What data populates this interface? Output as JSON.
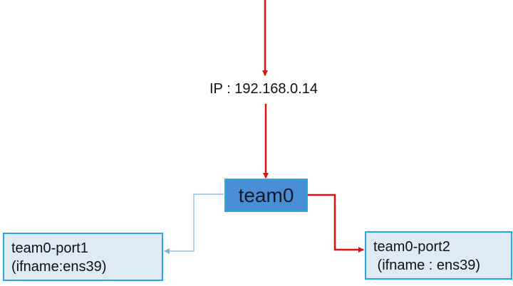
{
  "ip_label": "IP : 192.168.0.14",
  "team": {
    "label": "team0"
  },
  "ports": [
    {
      "name": "team0-port1",
      "ifname": "(ifname:ens39)"
    },
    {
      "name": "team0-port2",
      "ifname": " (ifname : ens39)"
    }
  ],
  "colors": {
    "active_link": "#e01010",
    "backup_link": "#7fb2dd",
    "team_fill": "#4a8fd6",
    "port_fill": "#deebf7",
    "box_border": "#2aa6e0"
  }
}
